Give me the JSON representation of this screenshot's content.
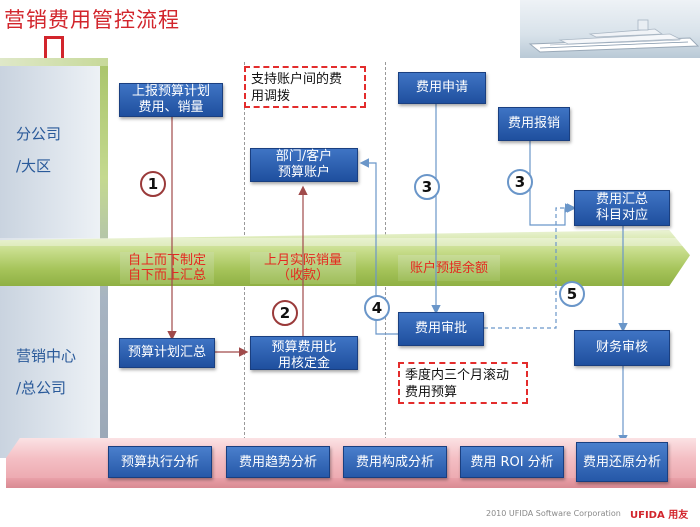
{
  "title": "营销费用管控流程",
  "side_labels": {
    "branch_line1": "分公司",
    "branch_line2": "/大区",
    "hq_line1": "营销中心",
    "hq_line2": "/总公司"
  },
  "boxes": {
    "report_plan": [
      "上报预算计划",
      "费用、销量"
    ],
    "dept_account": [
      "部门/客户",
      "预算账户"
    ],
    "budget_summary": [
      "预算计划汇总"
    ],
    "budget_ratio": [
      "预算费用比",
      "用核定金"
    ],
    "expense_apply": [
      "费用申请"
    ],
    "expense_reimburse": [
      "费用报销"
    ],
    "expense_summary": [
      "费用汇总",
      "科目对应"
    ],
    "expense_approve": [
      "费用审批"
    ],
    "finance_audit": [
      "财务审核"
    ]
  },
  "band_labels": {
    "top_down": [
      "自上而下制定",
      "自下而上汇总"
    ],
    "last_month_sales": [
      "上月实际销量",
      "（收款）"
    ],
    "account_balance": [
      "账户预提余额"
    ]
  },
  "notes": {
    "cross_account": [
      "支持账户间的费",
      "用调拨"
    ],
    "quarterly_rolling": [
      "季度内三个月滚动",
      "费用预算"
    ]
  },
  "step_numbers": {
    "s1": "1",
    "s2": "2",
    "s3a": "3",
    "s3b": "3",
    "s4": "4",
    "s5": "5"
  },
  "analysis_items": [
    "预算执行分析",
    "费用趋势分析",
    "费用构成分析",
    "费用 ROI 分析",
    "费用还原分析"
  ],
  "footer": {
    "copyright": "2010 UFIDA Software Corporation",
    "logo": "UFIDA 用友"
  },
  "colors": {
    "title_red": "#d2252c",
    "box_blue": "#2658a8",
    "band_green": "#a6c45a",
    "note_border_red": "#e32c2c",
    "analysis_bar_pink": "#f4bfc4"
  }
}
